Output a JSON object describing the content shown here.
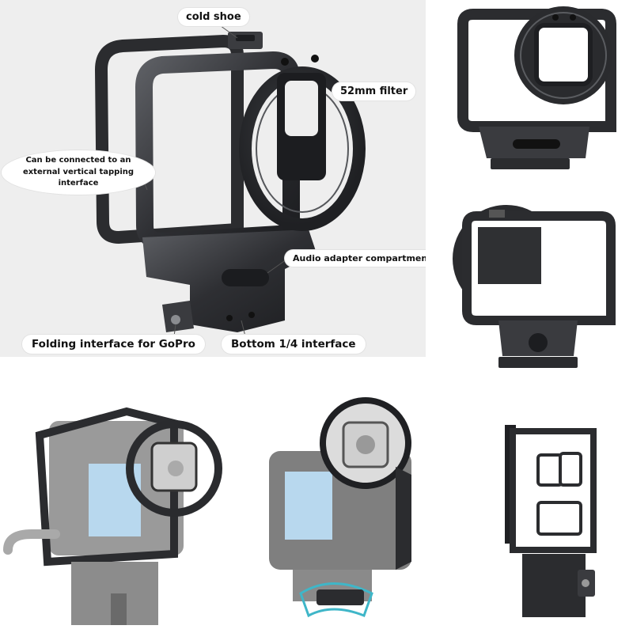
{
  "labels": {
    "cold_shoe": "cold shoe",
    "filter_52mm": "52mm filter",
    "vertical_interface_line1": "Can be connected to an",
    "vertical_interface_line2": "external vertical tapping interface",
    "audio_adapter": "Audio adapter compartment",
    "folding_interface": "Folding interface for GoPro",
    "bottom_interface": "Bottom 1/4 interface"
  },
  "colors": {
    "main_background": "#eeeeee",
    "metal_dark": "#2b2c2f",
    "metal_mid": "#45464a",
    "metal_light": "#6a6c71",
    "lens_glass": "#3a3c40",
    "camera_grey": "#8c8c8c",
    "accent_teal": "#3fb6c8"
  }
}
